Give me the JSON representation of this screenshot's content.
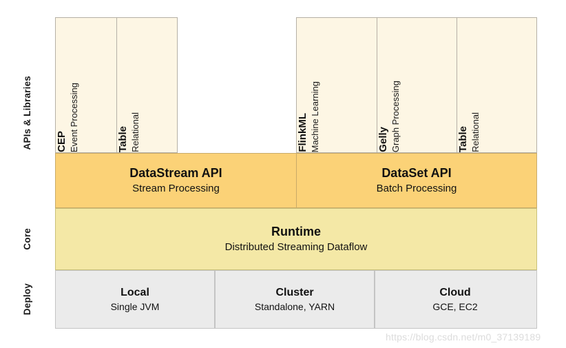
{
  "axis": {
    "apis_libraries": "APIs & Libraries",
    "core": "Core",
    "deploy": "Deploy"
  },
  "libraries": {
    "left_group": [
      {
        "name": "CEP",
        "subtitle": "Event Processing"
      },
      {
        "name": "Table",
        "subtitle": "Relational"
      }
    ],
    "right_group": [
      {
        "name": "FlinkML",
        "subtitle": "Machine Learning"
      },
      {
        "name": "Gelly",
        "subtitle": "Graph Processing"
      },
      {
        "name": "Table",
        "subtitle": "Relational"
      }
    ]
  },
  "apis": [
    {
      "name": "DataStream API",
      "subtitle": "Stream Processing"
    },
    {
      "name": "DataSet API",
      "subtitle": "Batch Processing"
    }
  ],
  "core": {
    "name": "Runtime",
    "subtitle": "Distributed Streaming Dataflow"
  },
  "deploy": [
    {
      "name": "Local",
      "subtitle": "Single JVM"
    },
    {
      "name": "Cluster",
      "subtitle": "Standalone, YARN"
    },
    {
      "name": "Cloud",
      "subtitle": "GCE, EC2"
    }
  ],
  "watermark": "https://blog.csdn.net/m0_37139189",
  "colors": {
    "library_fill": "#FDF6E4",
    "api_fill": "#FBD277",
    "core_fill": "#F4E8A6",
    "deploy_fill": "#EBEBEB",
    "library_border": "#B5B0A6",
    "api_border": "#C9AB69",
    "core_border": "#C9C079",
    "deploy_border": "#C4C4C4",
    "text": "#111111",
    "watermark": "#DCDCDC"
  }
}
